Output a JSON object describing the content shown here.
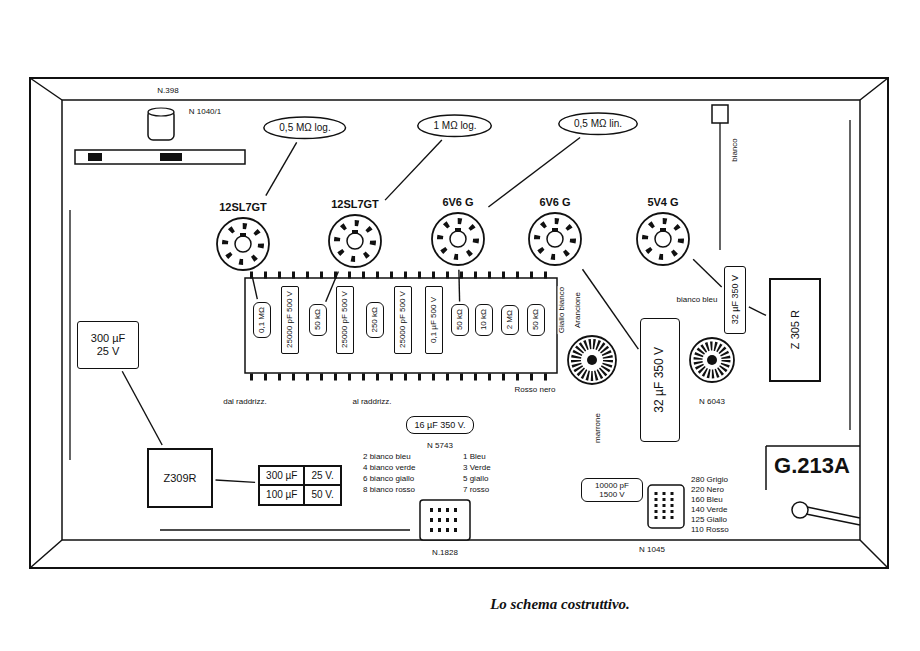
{
  "diagram": {
    "caption": "Lo schema costruttivo.",
    "nodes": [
      {
        "text": [
          "0,5 MΩ log."
        ]
      },
      {
        "text": [
          "1 MΩ log."
        ]
      },
      {
        "text": [
          "0,5 MΩ lin."
        ]
      },
      {
        "text": [
          "12SL7GT"
        ]
      },
      {
        "text": [
          "12SL7GT"
        ]
      },
      {
        "text": [
          "6V6 G"
        ]
      },
      {
        "text": [
          "6V6 G"
        ]
      },
      {
        "text": [
          "5V4 G"
        ]
      },
      {
        "text": [
          "0,1 MΩ"
        ]
      },
      {
        "text": [
          "25000 pF 500 V"
        ]
      },
      {
        "text": [
          "50 kΩ"
        ]
      },
      {
        "text": [
          "25000 pF 500 V"
        ]
      },
      {
        "text": [
          "250 kΩ"
        ]
      },
      {
        "text": [
          "25000 pF 500 V"
        ]
      },
      {
        "text": [
          "0,1 µF 500 V"
        ]
      },
      {
        "text": [
          "50 kΩ"
        ]
      },
      {
        "text": [
          "10 kΩ"
        ]
      },
      {
        "text": [
          "2 MΩ"
        ]
      },
      {
        "text": [
          "50 kΩ"
        ]
      },
      {
        "text": [
          "300 µF 25 V"
        ]
      },
      {
        "text": [
          "Z309R"
        ]
      },
      {
        "text": [
          "300 µF",
          "25 V.",
          "100 µF",
          "50 V."
        ]
      },
      {
        "text": [
          "16 µF 350 V."
        ]
      },
      {
        "text": [
          "32 µF 350 V"
        ]
      },
      {
        "text": [
          "32 µF 350 V"
        ]
      },
      {
        "text": [
          "Z 305 R"
        ]
      },
      {
        "text": [
          "10000 pF 1500 V"
        ]
      }
    ],
    "edges": [
      {
        "from": 0,
        "to": 3,
        "arrow": "none"
      },
      {
        "from": 1,
        "to": 4,
        "arrow": "none"
      },
      {
        "from": 2,
        "to": 5,
        "arrow": "none"
      },
      {
        "from": 3,
        "to": 8,
        "arrow": "none"
      },
      {
        "from": 4,
        "to": 10,
        "arrow": "none"
      },
      {
        "from": 5,
        "to": 15,
        "arrow": "none"
      },
      {
        "from": 6,
        "to": 23,
        "arrow": "none"
      },
      {
        "from": 7,
        "to": 24,
        "arrow": "none"
      },
      {
        "from": 24,
        "to": 25,
        "arrow": "none"
      },
      {
        "from": 19,
        "to": 20,
        "arrow": "none"
      },
      {
        "from": 20,
        "to": 21,
        "arrow": "none"
      }
    ],
    "labels": [
      "N.398",
      "N 1040/1",
      "bianco",
      "dal raddrizz.",
      "al raddrizz.",
      "N 5743",
      "2 bianco bleu",
      "4 bianco verde",
      "6 bianco giallo",
      "8 bianco rosso",
      "1 Bleu",
      "3 Verde",
      "5 giallo",
      "7 rosso",
      "N.1828",
      "Giallo bianco",
      "Arancione",
      "Rosso nero",
      "bianco bleu",
      "marrone",
      "N 6043",
      "N 1045",
      "280 Grigio",
      "220 Nero",
      "160 Bleu",
      "140 Verde",
      "125 Giallo",
      "110 Rosso",
      "G.213A"
    ]
  }
}
